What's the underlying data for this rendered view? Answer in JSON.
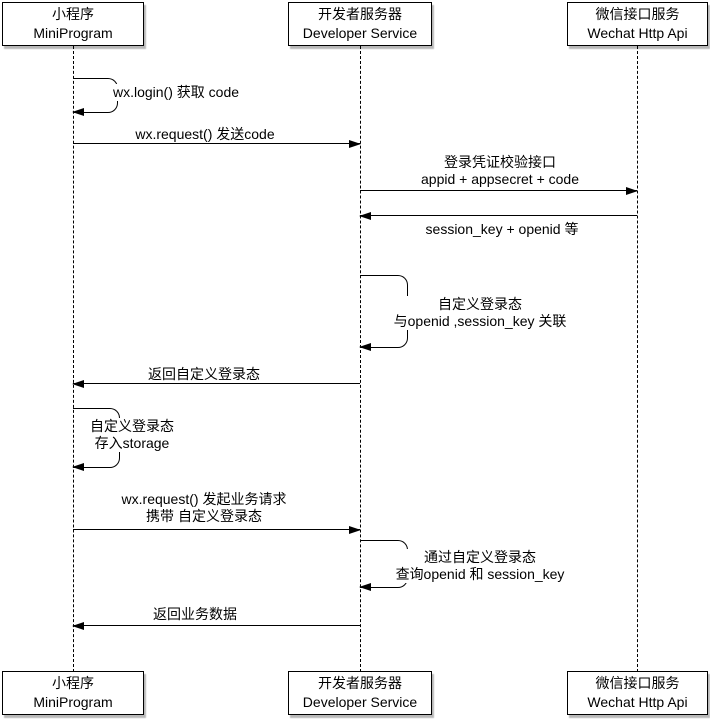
{
  "diagram": {
    "type": "sequence-diagram",
    "topic": "WeChat MiniProgram login flow"
  },
  "actors": {
    "miniprogram": {
      "name_zh": "小程序",
      "name_en": "MiniProgram"
    },
    "developer": {
      "name_zh": "开发者服务器",
      "name_en": "Developer Service"
    },
    "wechat": {
      "name_zh": "微信接口服务",
      "name_en": "Wechat Http Api"
    }
  },
  "messages": {
    "login_code": {
      "line1": "wx.login() 获取 code"
    },
    "send_code": {
      "line1": "wx.request() 发送code"
    },
    "verify_api": {
      "line1": "登录凭证校验接口",
      "line2": "appid + appsecret + code"
    },
    "session_key": {
      "line1": "session_key + openid 等"
    },
    "custom_state": {
      "line1": "自定义登录态",
      "line2": "与openid ,session_key 关联"
    },
    "return_state": {
      "line1": "返回自定义登录态"
    },
    "store_state": {
      "line1": "自定义登录态",
      "line2": "存入storage"
    },
    "biz_request": {
      "line1": "wx.request() 发起业务请求",
      "line2": "携带 自定义登录态"
    },
    "query_state": {
      "line1": "通过自定义登录态",
      "line2": "查询openid 和 session_key"
    },
    "return_data": {
      "line1": "返回业务数据"
    }
  },
  "colors": {
    "stroke": "#000000",
    "fill": "#ffffff",
    "text": "#000000",
    "shadow": "#bbbbbb"
  }
}
